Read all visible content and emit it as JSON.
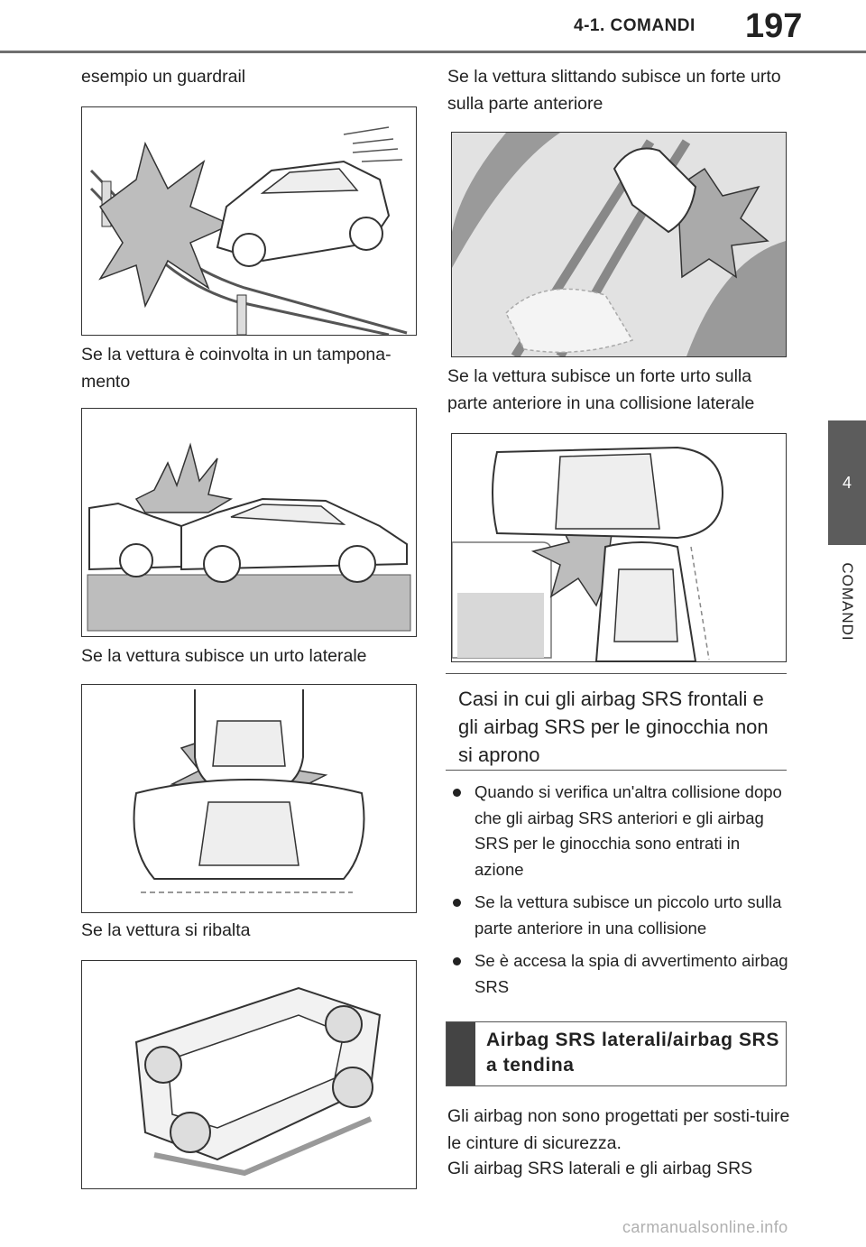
{
  "header": {
    "section": "4-1. COMANDI",
    "page_number": "197"
  },
  "side_tab": {
    "number": "4",
    "label": "COMANDI"
  },
  "left_column": {
    "cap_guardrail": "esempio un guardrail",
    "cap_tamponamento": "Se la vettura è coinvolta in un tampona-mento",
    "cap_urto_laterale": "Se la vettura subisce un urto laterale",
    "cap_ribalta": "Se la vettura si ribalta"
  },
  "right_column": {
    "cap_slittando": "Se la vettura slittando subisce un forte urto sulla parte anteriore",
    "cap_collisione_laterale": "Se la vettura subisce un forte urto sulla parte anteriore in una collisione laterale",
    "heading_casi": "Casi in cui gli airbag SRS frontali e gli airbag SRS per le ginocchia non si aprono",
    "bullets": [
      "Quando si verifica un'altra collisione dopo che gli airbag SRS anteriori e gli airbag SRS per le ginocchia sono entrati in azione",
      "Se la vettura subisce un piccolo urto sulla parte anteriore in una collisione",
      "Se è accesa la spia di avvertimento airbag SRS"
    ],
    "section_title": "Airbag SRS laterali/airbag SRS a tendina",
    "body_1": "Gli airbag non sono progettati per sosti-tuire le cinture di sicurezza.",
    "body_2": "Gli airbag SRS laterali e gli airbag SRS"
  },
  "watermark": "carmanualsonline.info"
}
